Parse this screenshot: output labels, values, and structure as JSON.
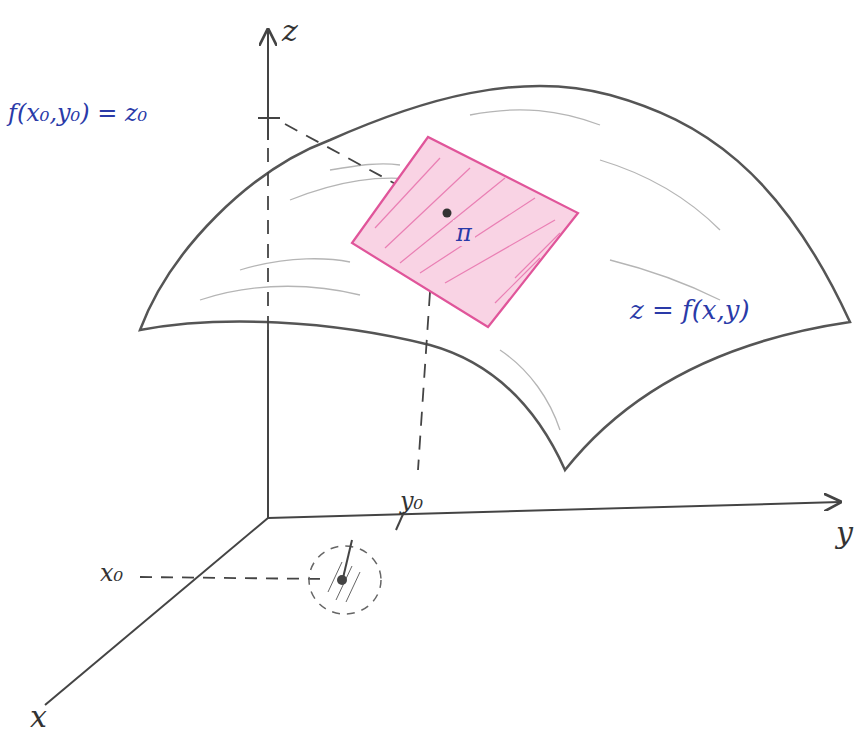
{
  "diagram": {
    "nodes": [
      {
        "text": [
          "π"
        ]
      }
    ],
    "labels": [
      "z",
      "f(x₀,y₀) = z₀",
      "z = f(x,y)",
      "y",
      "x",
      "x₀",
      "y₀"
    ]
  }
}
